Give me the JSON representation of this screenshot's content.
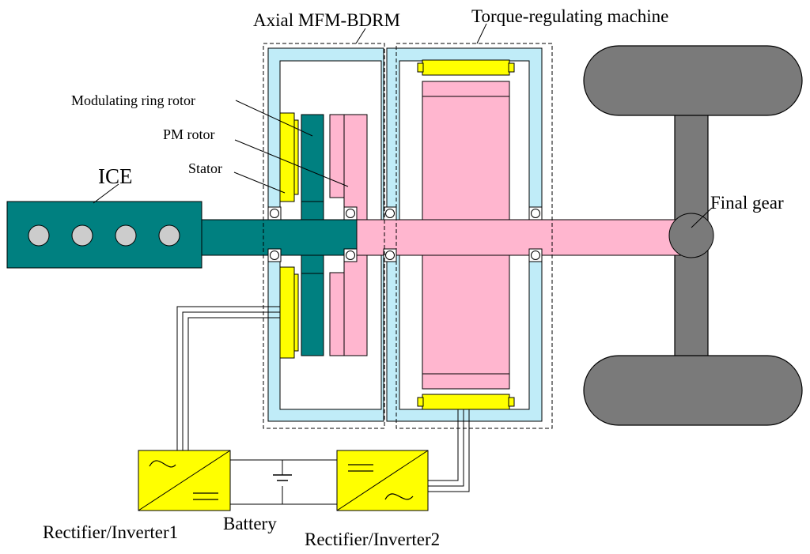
{
  "labels": {
    "mfm_bdrm": "Axial MFM-BDRM",
    "torque_machine": "Torque-regulating machine",
    "modulating_ring_rotor": "Modulating ring rotor",
    "pm_rotor": "PM rotor",
    "stator": "Stator",
    "ice": "ICE",
    "final_gear": "Final gear",
    "battery": "Battery",
    "converter1": "Rectifier/Inverter1",
    "converter2": "Rectifier/Inverter2"
  },
  "colors": {
    "teal": "#008080",
    "pink": "#ffb6cf",
    "yellow": "#ffff00",
    "light_blue": "#c0ecf8",
    "wheel_gray": "#7a7a7a",
    "cylinder_gray": "#cccccc"
  }
}
